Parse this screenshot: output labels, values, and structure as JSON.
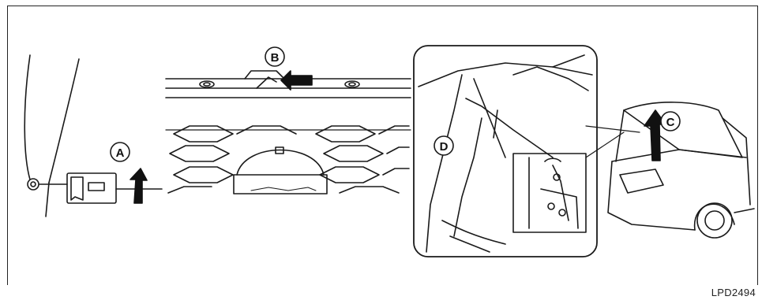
{
  "callouts": {
    "a": "A",
    "b": "B",
    "c": "C",
    "d": "D"
  },
  "figure_code": "LPD2494",
  "colors": {
    "line": "#1a1a1a",
    "arrow": "#111111",
    "background": "#ffffff"
  }
}
